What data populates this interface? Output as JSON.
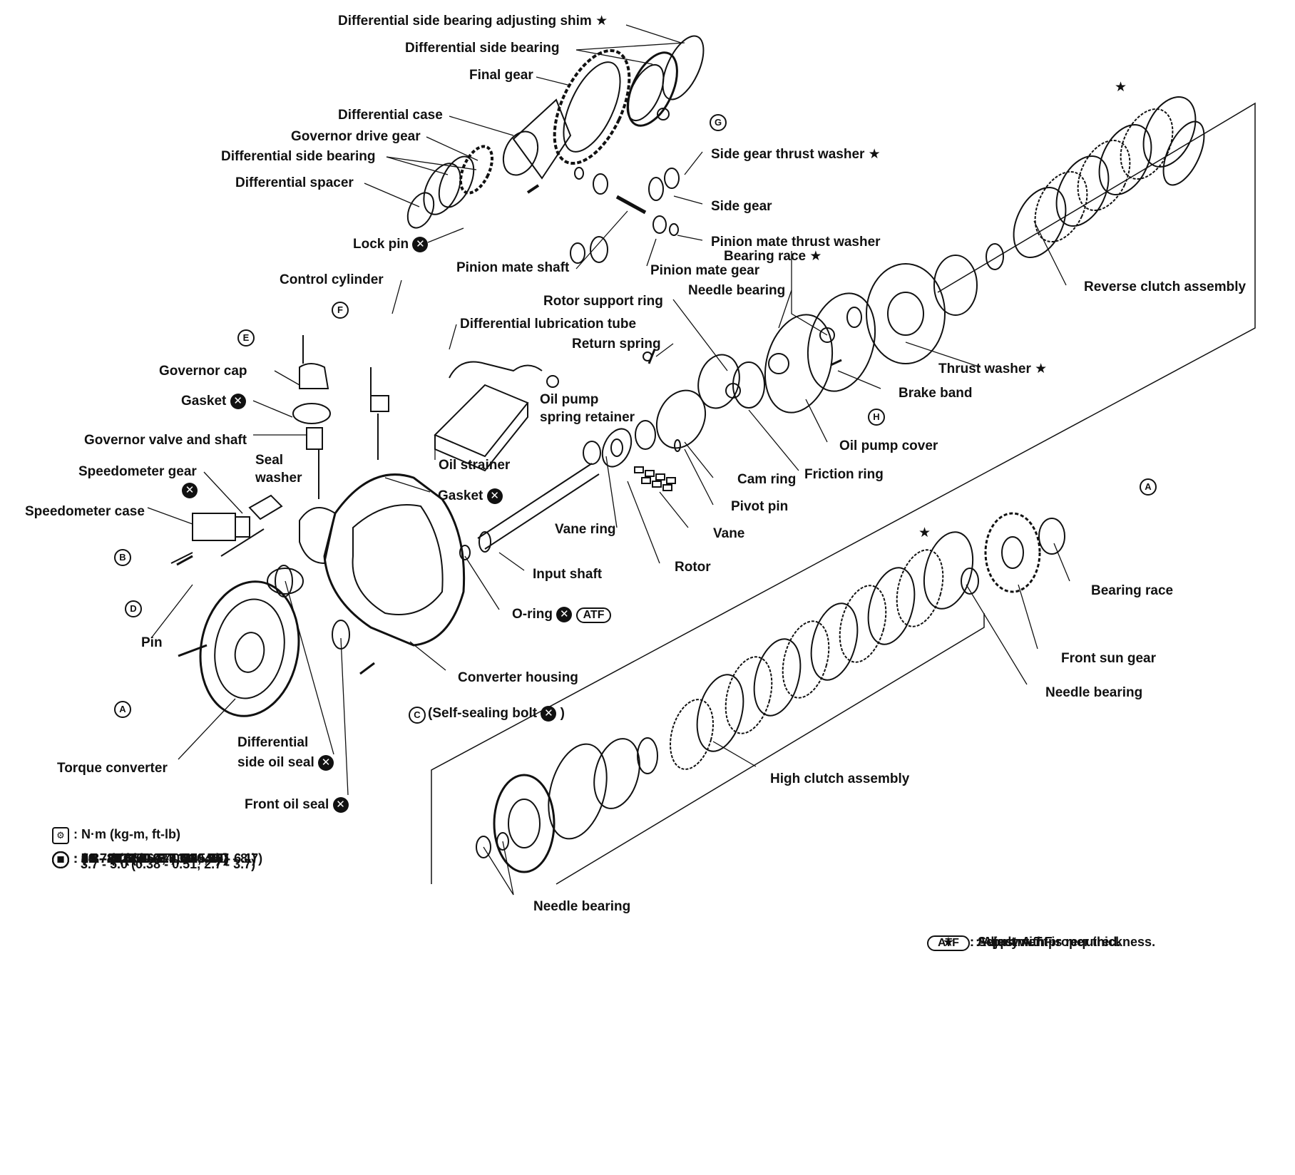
{
  "labels": {
    "diff_shim": "Differential side bearing adjusting shim ★",
    "diff_bearing_top": "Differential side bearing",
    "final_gear": "Final gear",
    "diff_case": "Differential case",
    "gov_drive_gear": "Governor drive gear",
    "diff_bearing_left": "Differential side bearing",
    "diff_spacer": "Differential spacer",
    "lock_pin": "Lock pin",
    "pinion_shaft": "Pinion mate shaft",
    "side_gear_washer": "Side gear thrust washer ★",
    "side_gear": "Side gear",
    "pinion_washer": "Pinion mate thrust washer",
    "bearing_race_top": "Bearing race ★",
    "pinion_gear": "Pinion mate gear",
    "needle_bearing_top": "Needle bearing",
    "rotor_support": "Rotor support ring",
    "control_cylinder": "Control cylinder",
    "diff_lube_tube": "Differential lubrication tube",
    "return_spring": "Return spring",
    "governor_cap": "Governor cap",
    "gasket_gov": "Gasket",
    "oil_pump_retainer_1": "Oil pump",
    "oil_pump_retainer_2": "spring retainer",
    "governor_valve": "Governor valve and shaft",
    "seal": "Seal",
    "washer": "washer",
    "speedo_gear": "Speedometer gear",
    "speedo_case": "Speedometer case",
    "oil_strainer": "Oil strainer",
    "gasket_housing": "Gasket",
    "reverse_clutch": "Reverse clutch assembly",
    "thrust_washer": "Thrust washer ★",
    "brake_band": "Brake band",
    "oil_pump_cover": "Oil pump cover",
    "friction_ring": "Friction ring",
    "cam_ring": "Cam ring",
    "pivot_pin": "Pivot pin",
    "vane": "Vane",
    "vane_ring": "Vane ring",
    "rotor": "Rotor",
    "input_shaft": "Input shaft",
    "o_ring": "O-ring",
    "atf": "ATF",
    "pin": "Pin",
    "converter_housing": "Converter housing",
    "self_sealing_bolt": "(Self-sealing bolt",
    "torque_converter": "Torque converter",
    "diff_oil_seal_1": "Differential",
    "diff_oil_seal_2": "side oil seal",
    "front_oil_seal": "Front oil seal",
    "bearing_race_right": "Bearing race",
    "front_sun_gear": "Front sun gear",
    "needle_bearing_right": "Needle bearing",
    "high_clutch": "High clutch assembly",
    "needle_bearing_bottom": "Needle bearing"
  },
  "callouts": {
    "A": "A",
    "B": "B",
    "C": "C",
    "D": "D",
    "E": "E",
    "F": "F",
    "G": "G",
    "H": "H"
  },
  "torque_legend": {
    "unit": ": N·m (kg-m, ft-lb)",
    "rows": [
      {
        "key": "A",
        "value": ": 39 - 49 (4.0 - 5.0, 29 - 36)"
      },
      {
        "key": "B",
        "value": ": 6.3 - 8.3 (0.64 - 0.85, 4.6 - 6.1)"
      },
      {
        "key": "C",
        "value": ": 21 - 23 (2.1 - 2.3, 15 - 17)"
      },
      {
        "key": "D",
        "value": ": 20 - 26 (2.0 - 2.7, 14 - 20)"
      },
      {
        "key": "E",
        "value": ": 5 - 7 (0.5 - 0.7, 3.6 - 5.1)"
      },
      {
        "key": "F",
        "value": ": 6.3 - 8.3 (0.64 - 0.85, 4.6 - 6.1)"
      },
      {
        "key": "G",
        "value": ": 74 - 88 (7.5 - 9.0, 54 - 65)"
      },
      {
        "key": "H",
        "value": ": 16 - 21 (1.6 - 2.1, 12 - 15)"
      },
      {
        "key": "I",
        "value": ": 31 - 37 (3.2 - 3.8, 23 - 27)"
      },
      {
        "key": "J",
        "value": ": 16 - 21 (1.6 - 2.1, 12 - 15)"
      },
      {
        "key": "K",
        "value": ": 16 - 21 (1.6 - 2.1, 12 - 15)"
      },
      {
        "key": "L",
        "value": ": { 5 - 7 (0.5 - 0.7, 3.6 - 5.1)"
      },
      {
        "key": "",
        "value": "  3.7 - 5.0 (0.38 - 0.51, 2.7 - 3.7)"
      },
      {
        "key": "M",
        "value": ": 5 - 7 (0.5 - 0.7, 3.6 - 5.1)"
      },
      {
        "key": "N",
        "value": ": 9.1 - 11.8 (0.93 - 1.20, 6.7 - 8.7)"
      },
      {
        "key": "O",
        "value": ": 21 - 23 (2.1 - 2.3, 15 - 17)"
      }
    ]
  },
  "symbol_legend": {
    "star": "★",
    "star_text": ": Select with proper thickness.",
    "hollow_star": "☆",
    "hollow_star_text": ": Adjustment is required.",
    "atf": "ATF",
    "atf_text": ": Apply A.T.F."
  }
}
